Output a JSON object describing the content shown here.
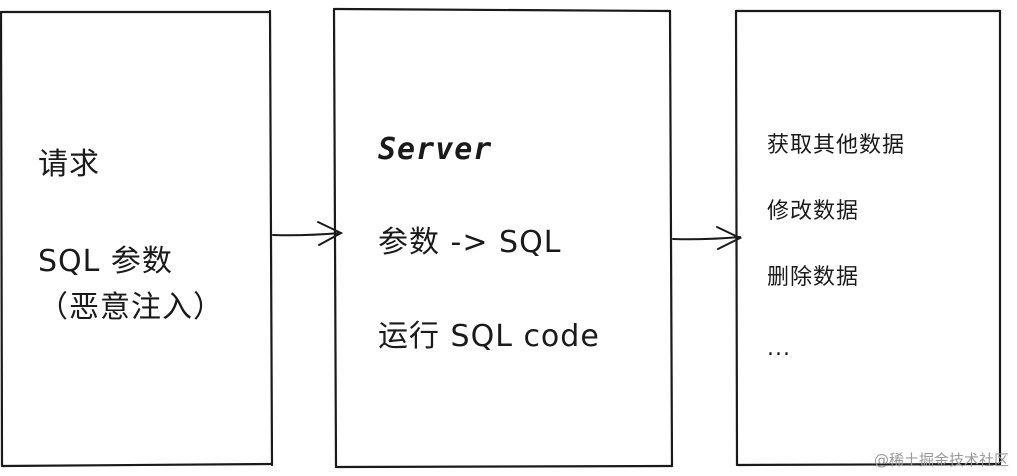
{
  "left_box": {
    "title": "请求",
    "line1": "SQL 参数",
    "line2": "（恶意注入）"
  },
  "middle_box": {
    "title": "Server",
    "line1": "参数 -> SQL",
    "line2": "运行 SQL code"
  },
  "right_box": {
    "items": [
      "获取其他数据",
      "修改数据",
      "删除数据",
      "..."
    ]
  },
  "watermark": "@稀土掘金技术社区",
  "colors": {
    "stroke": "#1a1a1a",
    "background": "#ffffff",
    "watermark": "#9a9a9a"
  }
}
